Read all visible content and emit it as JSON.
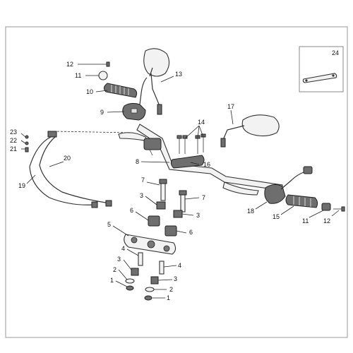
{
  "diagram": {
    "border_color": "#a9a9a9",
    "line_color": "#333333",
    "inset_label": "24",
    "labels": {
      "l1a": "1",
      "l1b": "1",
      "l2a": "2",
      "l2b": "2",
      "l3a": "3",
      "l3b": "3",
      "l3c": "3",
      "l3d": "3",
      "l4a": "4",
      "l4b": "4",
      "l5": "5",
      "l6a": "6",
      "l6b": "6",
      "l7a": "7",
      "l7b": "7",
      "l8": "8",
      "l9": "9",
      "l10": "10",
      "l11a": "11",
      "l11b": "11",
      "l12a": "12",
      "l12b": "12",
      "l13": "13",
      "l14": "14",
      "l15": "15",
      "l16": "16",
      "l17": "17",
      "l18": "18",
      "l19": "19",
      "l20": "20",
      "l21": "21",
      "l22": "22",
      "l23": "23"
    }
  }
}
